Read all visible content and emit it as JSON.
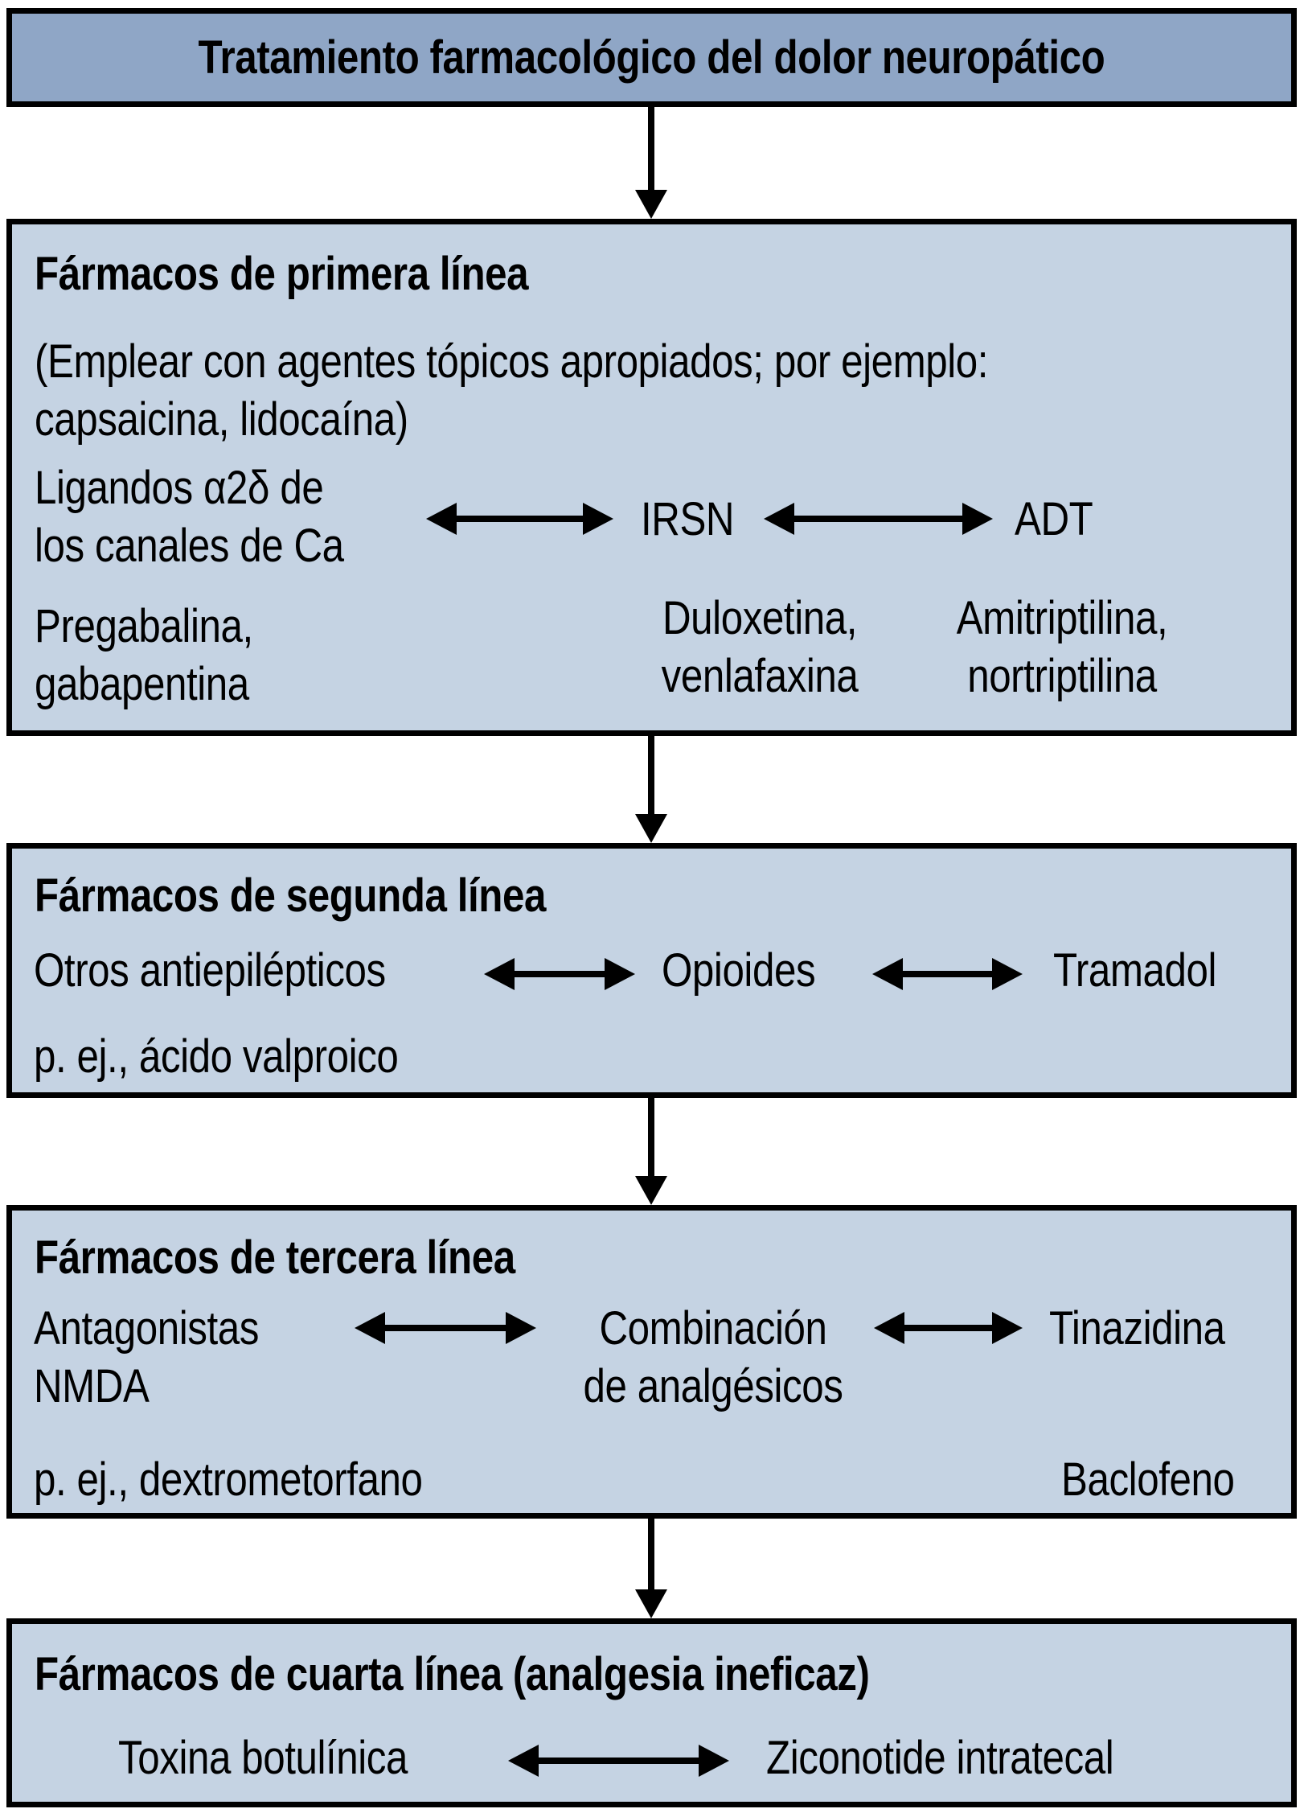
{
  "colors": {
    "header_bg": "#8FA6C6",
    "box_bg": "#C5D3E3",
    "border": "#000000",
    "arrow": "#000000",
    "text": "#000000"
  },
  "header": {
    "title": "Tratamiento farmacológico del dolor neuropático"
  },
  "box1": {
    "title": "Fármacos de primera línea",
    "note": "(Emplear con agentes tópicos apropiados; por ejemplo:\ncapsaicina, lidocaína)",
    "class1": "Ligandos α2δ de\nlos canales de Ca",
    "class2": "IRSN",
    "class3": "ADT",
    "drugs1": "Pregabalina,\ngabapentina",
    "drugs2": "Duloxetina,\nvenlafaxina",
    "drugs3": "Amitriptilina,\nnortriptilina"
  },
  "box2": {
    "title": "Fármacos de segunda línea",
    "col1": "Otros antiepilépticos",
    "col2": "Opioides",
    "col3": "Tramadol",
    "example": "p. ej., ácido valproico"
  },
  "box3": {
    "title": "Fármacos de tercera línea",
    "col1": "Antagonistas\nNMDA",
    "col2": "Combinación\nde analgésicos",
    "col3": "Tinazidina",
    "example_left": "p. ej., dextrometorfano",
    "example_right": "Baclofeno"
  },
  "box4": {
    "title": "Fármacos de cuarta línea (analgesia ineficaz)",
    "col1": "Toxina botulínica",
    "col2": "Ziconotide intratecal"
  }
}
